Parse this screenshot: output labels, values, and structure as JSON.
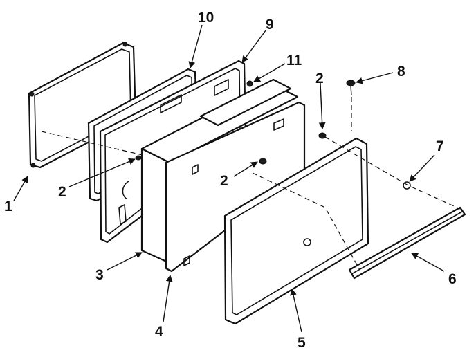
{
  "callouts": {
    "c1": "1",
    "c2a": "2",
    "c2b": "2",
    "c2c": "2",
    "c3": "3",
    "c4": "4",
    "c5": "5",
    "c6": "6",
    "c7": "7",
    "c8": "8",
    "c9": "9",
    "c10": "10",
    "c11": "11"
  }
}
